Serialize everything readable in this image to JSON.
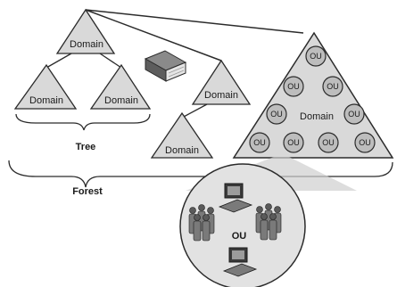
{
  "diagram": {
    "labels": {
      "domain_root": "Domain",
      "domain_left": "Domain",
      "domain_right": "Domain",
      "domain_mid": "Domain",
      "domain_bottom": "Domain",
      "domain_big": "Domain",
      "tree": "Tree",
      "forest": "Forest",
      "ou_circle": "OU"
    },
    "ou_label": "OU",
    "colors": {
      "triangle_fill": "#d9d9d9",
      "line": "#2b2b2b",
      "ou_fill": "#bdbdbd",
      "circle_fill": "#e2e2e2",
      "book": "#6e6e6e"
    }
  }
}
